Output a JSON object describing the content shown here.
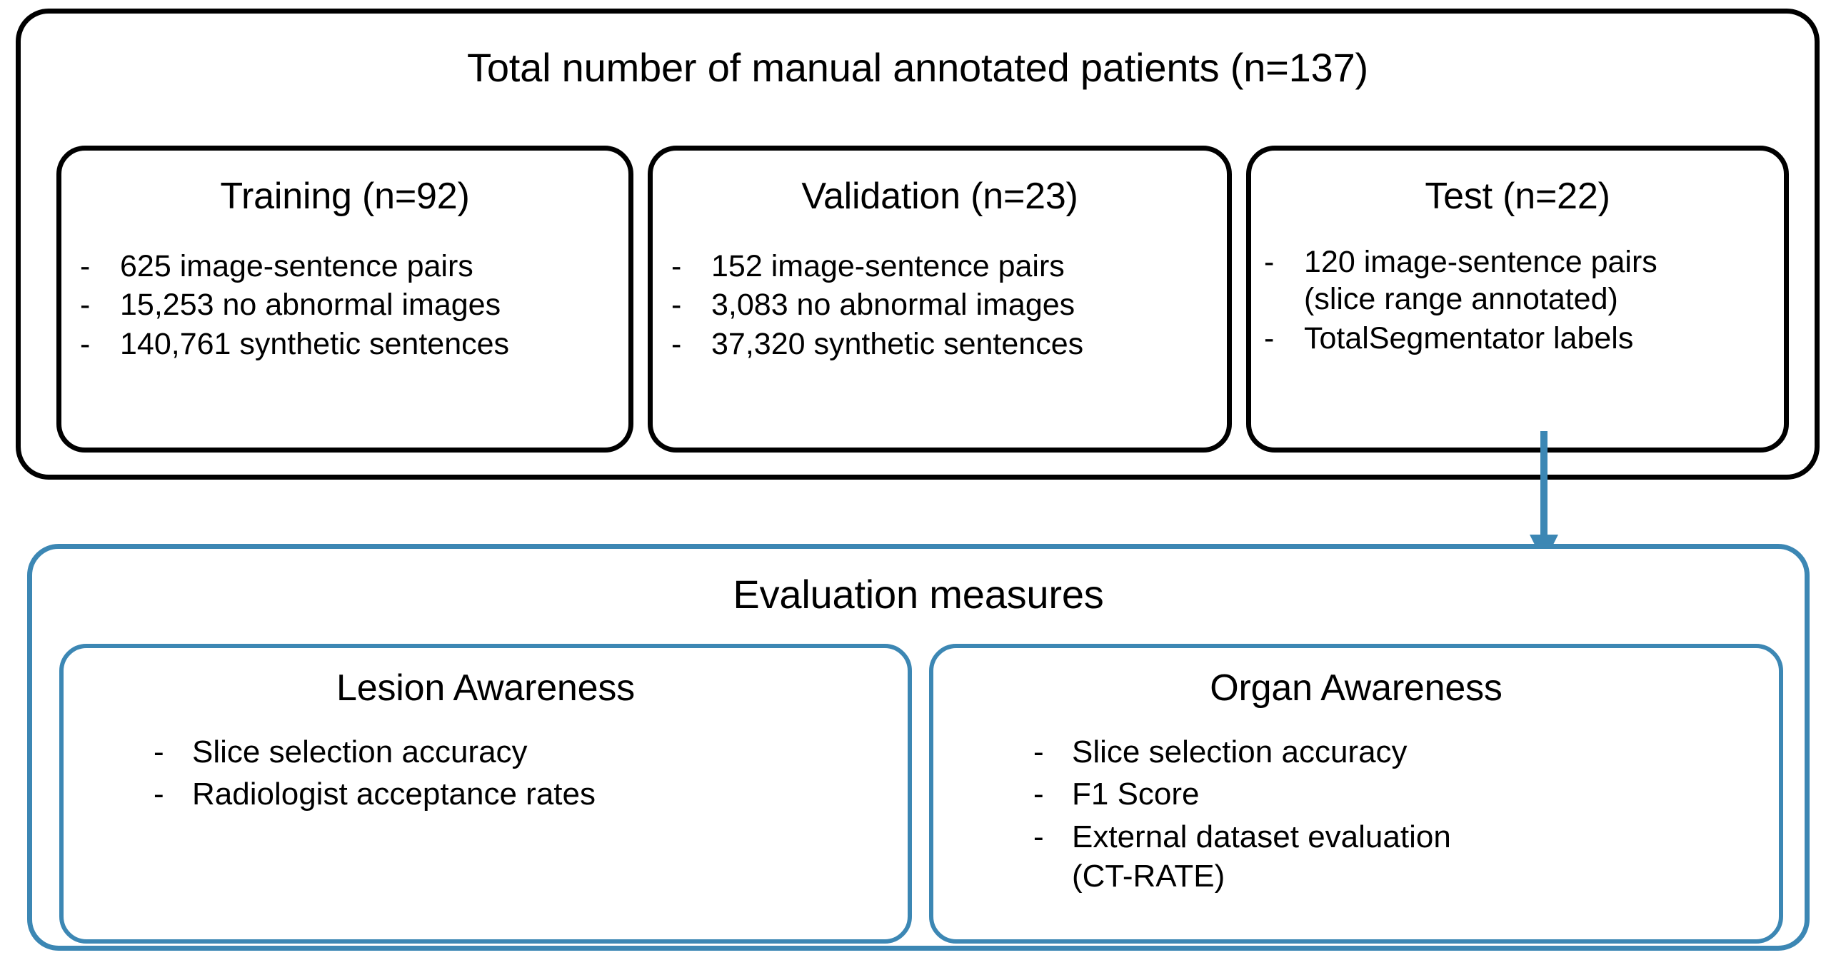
{
  "diagram": {
    "colors": {
      "dataset_border": "#000000",
      "evaluation_border": "#3c87b4",
      "arrow": "#3c87b4",
      "background": "#ffffff",
      "text": "#000000"
    },
    "dataset_section": {
      "title": "Total number of manual annotated patients (n=137)",
      "splits": [
        {
          "name": "training",
          "title": "Training (n=92)",
          "bullets": [
            "625 image-sentence pairs",
            "15,253 no abnormal images",
            "140,761 synthetic sentences"
          ]
        },
        {
          "name": "validation",
          "title": "Validation (n=23)",
          "bullets": [
            "152 image-sentence pairs",
            "3,083 no abnormal images",
            "37,320 synthetic sentences"
          ]
        },
        {
          "name": "test",
          "title": "Test (n=22)",
          "bullets": [
            "120 image-sentence pairs\n(slice range annotated)",
            "TotalSegmentator labels"
          ]
        }
      ]
    },
    "connector": {
      "name": "down-arrow",
      "from": "test-box",
      "to": "evaluation-section"
    },
    "evaluation_section": {
      "title": "Evaluation measures",
      "groups": [
        {
          "name": "lesion-awareness",
          "title": "Lesion Awareness",
          "bullets": [
            "Slice selection accuracy",
            "Radiologist acceptance rates"
          ]
        },
        {
          "name": "organ-awareness",
          "title": "Organ Awareness",
          "bullets": [
            "Slice selection accuracy",
            "F1 Score",
            "External dataset evaluation\n(CT-RATE)"
          ]
        }
      ]
    },
    "bullet_marker": "-"
  }
}
